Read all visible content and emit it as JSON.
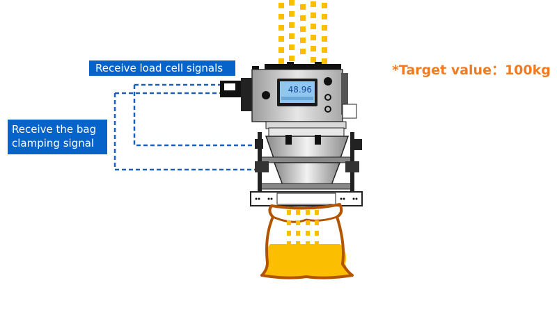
{
  "labels": {
    "load_cell": "Receive load cell signals",
    "bag_clamp_line1": "Receive the bag",
    "bag_clamp_line2": "clamping signal"
  },
  "target": {
    "text": "*Target value：100kg"
  },
  "display": {
    "reading": "48.96"
  },
  "colors": {
    "label_bg": "#0563c9",
    "target_text": "#f27b22",
    "grain": "#fcbe00",
    "bag_outline": "#b35400",
    "dashed_line": "#1f5fb5"
  }
}
